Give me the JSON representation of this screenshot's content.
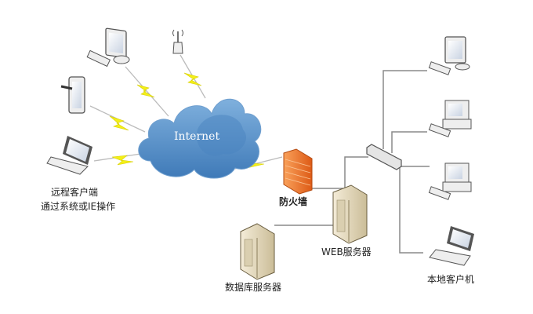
{
  "cloud": {
    "label": "Internet"
  },
  "labels": {
    "remote_line1": "远程客户端",
    "remote_line2": "通过系统或IE操作",
    "firewall": "防火墙",
    "web_server": "WEB服务器",
    "db_server": "数据库服务器",
    "local_clients": "本地客户机"
  },
  "colors": {
    "cloud": "#5b93c9",
    "bolt": "#f4f01a",
    "firewall": "#f07a2a",
    "server": "#e8dcc0",
    "line": "#888888"
  }
}
